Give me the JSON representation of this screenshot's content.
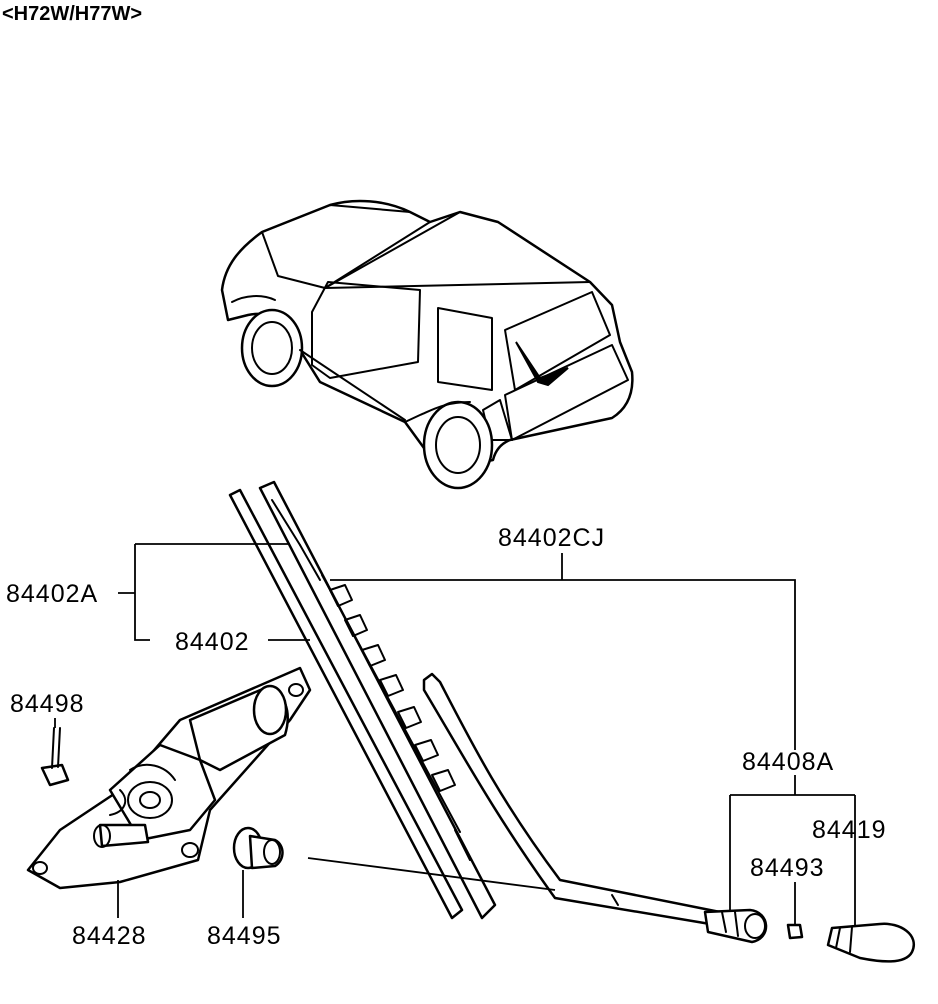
{
  "diagram": {
    "title": "<H72W/H77W>",
    "labels": {
      "p84402CJ": "84402CJ",
      "p84402A": "84402A",
      "p84402": "84402",
      "p84498": "84498",
      "p84408A": "84408A",
      "p84419": "84419",
      "p84493": "84493",
      "p84428": "84428",
      "p84495": "84495"
    }
  }
}
